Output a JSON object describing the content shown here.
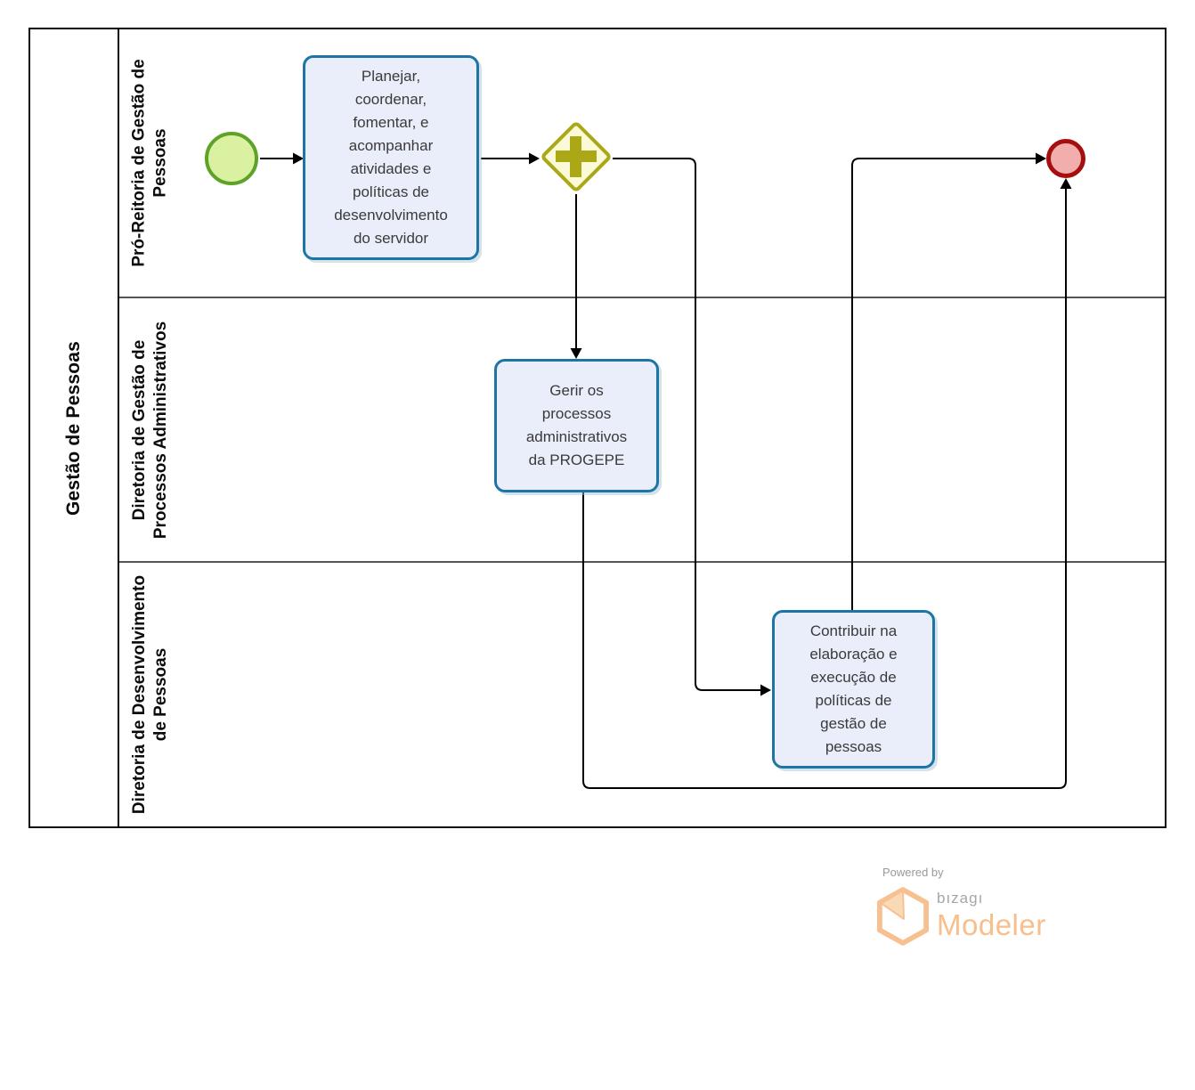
{
  "pool": {
    "title": "Gestão de Pessoas",
    "lanes": [
      {
        "label": "Pró-Reitoria de Gestão de\nPessoas"
      },
      {
        "label": "Diretoria de Gestão de\nProcessos Administrativos"
      },
      {
        "label": "Diretoria de Desenvolvimento\nde Pessoas"
      }
    ]
  },
  "nodes": {
    "start_event": {
      "type": "start-event"
    },
    "task_planejar": {
      "label": "Planejar,\ncoordenar,\nfomentar, e\nacompanhar\natividades e\npolíticas de\ndesenvolvimento\ndo servidor"
    },
    "gateway_parallel": {
      "type": "parallel-gateway"
    },
    "task_gerir": {
      "label": "Gerir os\nprocessos\nadministrativos\nda PROGEPE"
    },
    "task_contribuir": {
      "label": "Contribuir na\nelaboração e\nexecução de\npolíticas de\ngestão de\npessoas"
    },
    "end_event": {
      "type": "end-event"
    }
  },
  "branding": {
    "powered_by": "Powered by",
    "bizagi": "bızagı",
    "modeler": "Modeler"
  },
  "colors": {
    "task_fill": "#eaeefb",
    "task_stroke": "#1c75a4",
    "start_fill": "#d9f1a0",
    "start_stroke": "#5fa228",
    "gateway_fill": "#fafad7",
    "gateway_stroke": "#aba818",
    "end_fill": "#f2aeac",
    "end_stroke": "#a50f0f",
    "connector": "#000000",
    "lane_divider": "#555555",
    "brand_orange": "#f8be8c"
  }
}
